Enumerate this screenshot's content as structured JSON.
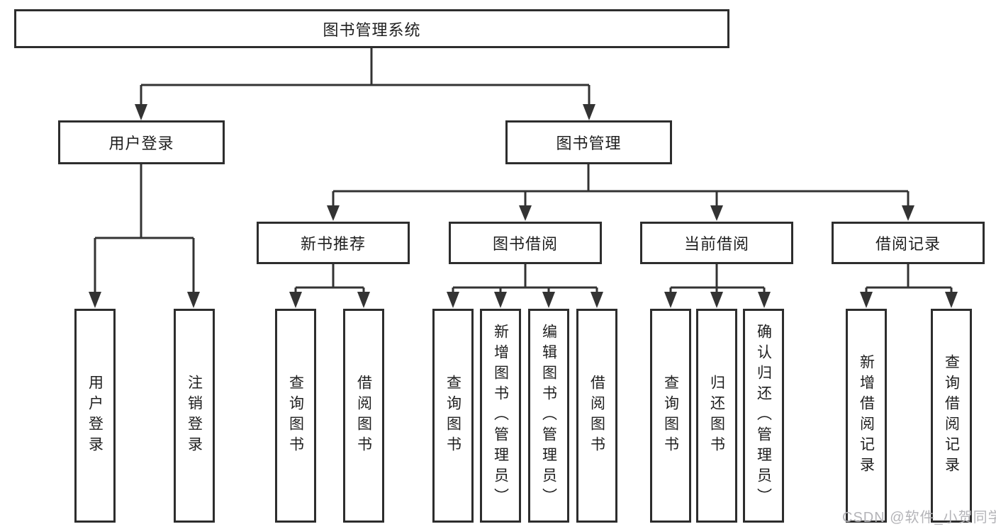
{
  "diagram": {
    "title": "图书管理系统",
    "branches": [
      {
        "label": "用户登录",
        "children": [
          "用户登录",
          "注销登录"
        ]
      },
      {
        "label": "图书管理",
        "children": [
          {
            "label": "新书推荐",
            "children": [
              "查询图书",
              "借阅图书"
            ]
          },
          {
            "label": "图书借阅",
            "children": [
              "查询图书",
              "新增图书（管理员）",
              "编辑图书（管理员）",
              "借阅图书"
            ]
          },
          {
            "label": "当前借阅",
            "children": [
              "查询图书",
              "归还图书",
              "确认归还（管理员）"
            ]
          },
          {
            "label": "借阅记录",
            "children": [
              "新增借阅记录",
              "查询借阅记录"
            ]
          }
        ]
      }
    ]
  },
  "colors": {
    "line": "#333333",
    "box_border": "#2d2d2d",
    "text": "#1f1f1f",
    "watermark": "#b4b4b8",
    "background": "#ffffff"
  },
  "watermark": "CSDN @软件_小贺同学"
}
